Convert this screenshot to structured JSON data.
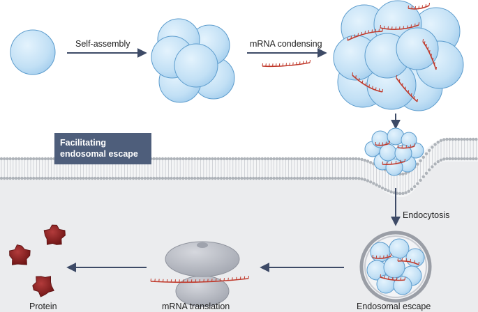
{
  "labels": {
    "self_assembly": "Self-assembly",
    "mrna_condensing": "mRNA condensing",
    "endocytosis": "Endocytosis",
    "endosomal_escape": "Endosomal escape",
    "mrna_translation": "mRNA translation",
    "protein": "Protein"
  },
  "banner": {
    "line1": "Facilitating",
    "line2": "endosomal escape"
  },
  "colors": {
    "sphere_fill": "#c8e4f7",
    "sphere_stroke": "#5c9ccd",
    "mrna": "#c0392b",
    "arrow": "#3d4a66",
    "membrane_head": "#aeb3b9",
    "cytoplasm": "#ebecee",
    "banner_bg": "#4e5e7b",
    "ribosome": "#b5b8c1",
    "protein": "#8b1e1e"
  }
}
